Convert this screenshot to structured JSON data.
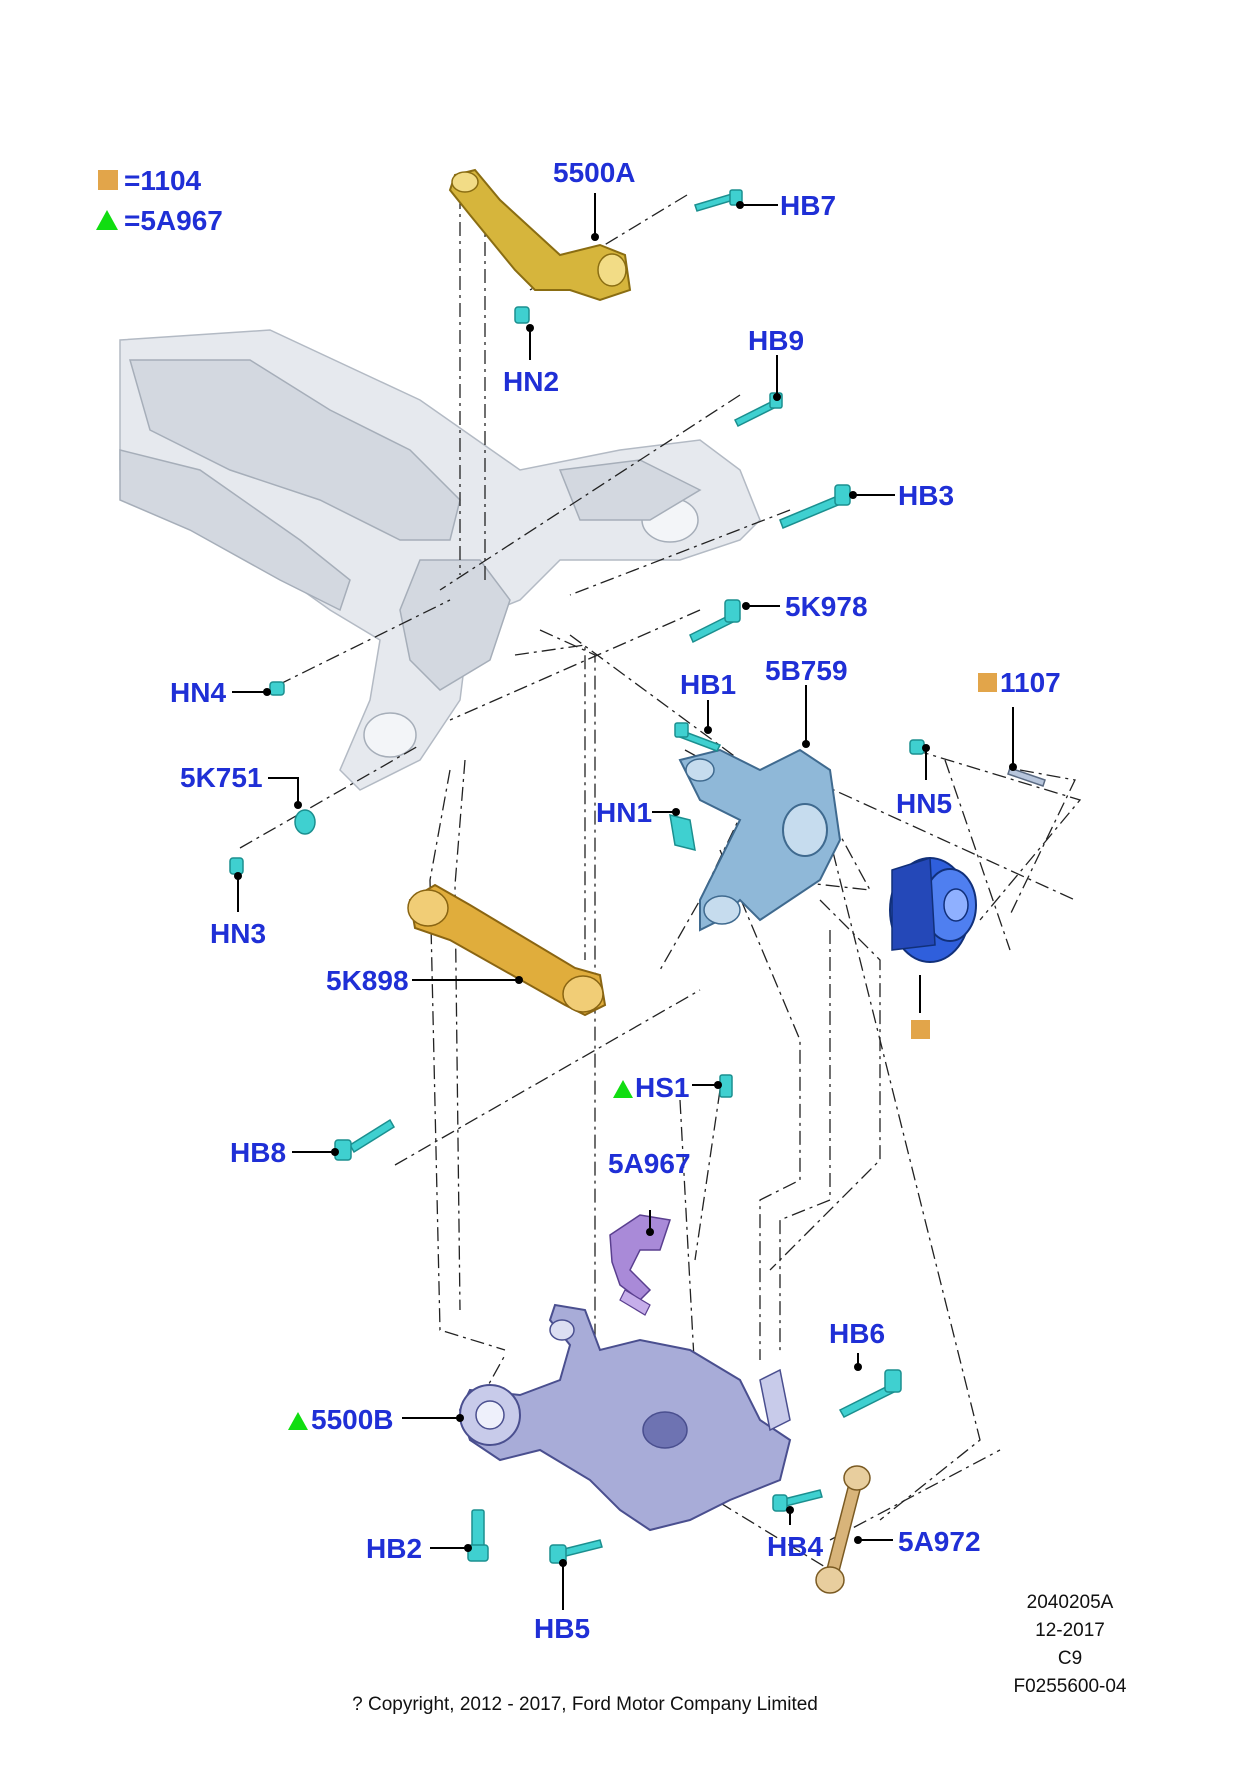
{
  "legend": {
    "items": [
      {
        "symbol": "square",
        "color": "#e2a54a",
        "text": "=1104"
      },
      {
        "symbol": "triangle",
        "color": "#11dd11",
        "text": "=5A967"
      }
    ]
  },
  "callouts": {
    "c5500A": "5500A",
    "HB7": "HB7",
    "HN2": "HN2",
    "HB9": "HB9",
    "HB3": "HB3",
    "c5K978": "5K978",
    "HN4": "HN4",
    "HB1": "HB1",
    "c5B759": "5B759",
    "c1107": "1107",
    "c5K751": "5K751",
    "HN1": "HN1",
    "HN5": "HN5",
    "HN3": "HN3",
    "c5K898": "5K898",
    "HS1": "HS1",
    "HB8": "HB8",
    "c5A967": "5A967",
    "HB6": "HB6",
    "c5500B": "5500B",
    "HB2": "HB2",
    "HB4": "HB4",
    "c5A972": "5A972",
    "HB5": "HB5"
  },
  "colors": {
    "label": "#1f2fd6",
    "square_marker": "#e2a54a",
    "triangle_marker": "#11dd11",
    "upper_arm": "#d6b53c",
    "toe_link": "#e0ad3c",
    "knuckle": "#8fb8d8",
    "hub": "#2f5fdc",
    "bracket": "#a98ad8",
    "lower_arm": "#a8acd8",
    "bolt": "#3fd0d0",
    "subframe": "#e6e9ee"
  },
  "meta": {
    "line1": "2040205A",
    "line2": "12-2017",
    "line3": "C9",
    "line4": "F0255600-04"
  },
  "copyright": "? Copyright, 2012 - 2017, Ford Motor Company Limited"
}
